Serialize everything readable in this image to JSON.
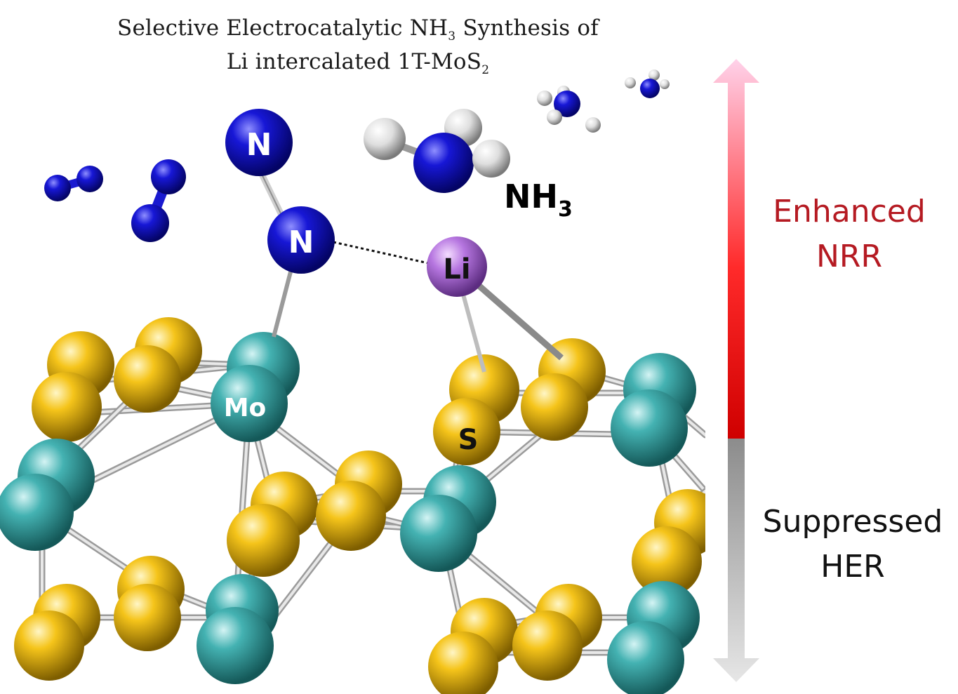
{
  "title": {
    "line1_pre": "Selective Electrocatalytic NH",
    "line1_sub": "3",
    "line1_post": " Synthesis of",
    "line2_pre": "Li intercalated 1T-MoS",
    "line2_sub": "2"
  },
  "atom_labels": {
    "n_top": "N",
    "n_bottom": "N",
    "li": "Li",
    "mo": "Mo",
    "s": "S"
  },
  "nh3_label": {
    "main": "NH",
    "sub": "3"
  },
  "arrow_labels": {
    "top": {
      "line1": "Enhanced",
      "line2": "NRR"
    },
    "bottom": {
      "line1": "Suppressed",
      "line2": "HER"
    }
  },
  "colors": {
    "nitrogen": "#1010c8",
    "lithium": "#b36fe0",
    "molybdenum": "#3aa7a7",
    "sulfur": "#f2c218",
    "hydrogen": "#e8e8e8",
    "enhanced": "#b51a22",
    "arrow_red": "#e00010",
    "arrow_grey": "#9a9a9a"
  }
}
